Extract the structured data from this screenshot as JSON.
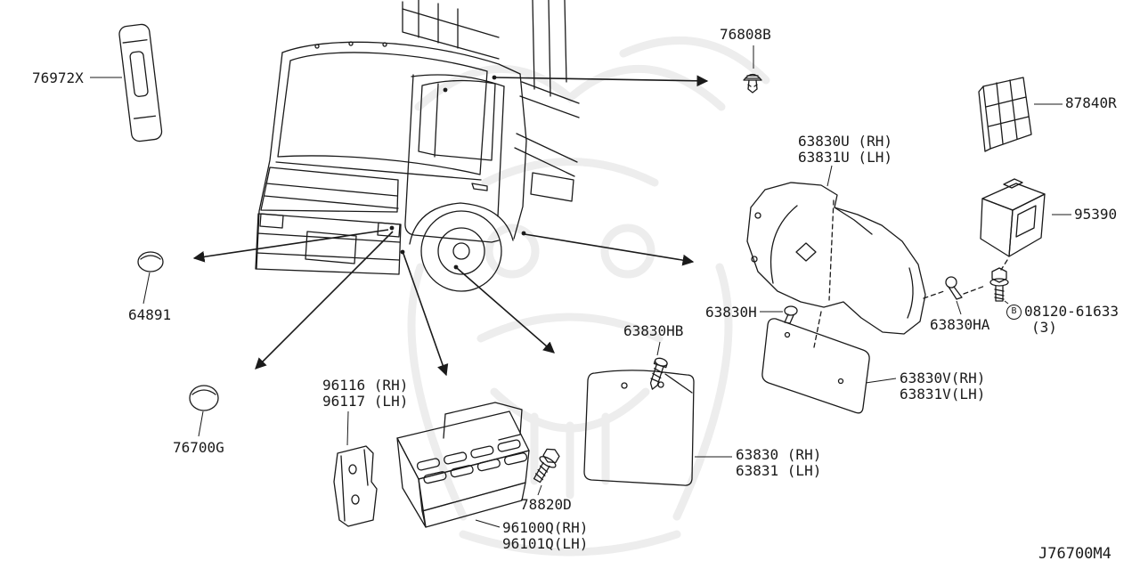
{
  "diagram": {
    "code": "J76700M4",
    "colors": {
      "background": "#ffffff",
      "line": "#1a1a1a",
      "watermark": "#ededed"
    },
    "labels": {
      "pillar_trim": {
        "line1": "76972X"
      },
      "clip": {
        "line1": "76808B"
      },
      "panel_rear": {
        "line1": "87840R"
      },
      "bracket_95390": {
        "line1": "95390"
      },
      "mudguard_upper": {
        "line1": "63830U (RH)",
        "line2": "63831U (LH)"
      },
      "grommet_h": {
        "line1": "63830H"
      },
      "grommet_ha": {
        "line1": "63830HA"
      },
      "bolt_b": {
        "circle": "B",
        "line1": "08120-61633",
        "line2": "(3)"
      },
      "cover_v": {
        "line1": "63830V(RH)",
        "line2": "63831V(LH)"
      },
      "plug_64891": {
        "line1": "64891"
      },
      "plug_76700g": {
        "line1": "76700G"
      },
      "step_bracket": {
        "line1": "96116 (RH)",
        "line2": "96117 (LH)"
      },
      "screw_hb": {
        "line1": "63830HB"
      },
      "mudflap": {
        "line1": "63830 (RH)",
        "line2": "63831 (LH)"
      },
      "bolt_78820d": {
        "line1": "78820D"
      },
      "step_assembly": {
        "line1": "96100Q(RH)",
        "line2": "96101Q(LH)"
      }
    }
  }
}
